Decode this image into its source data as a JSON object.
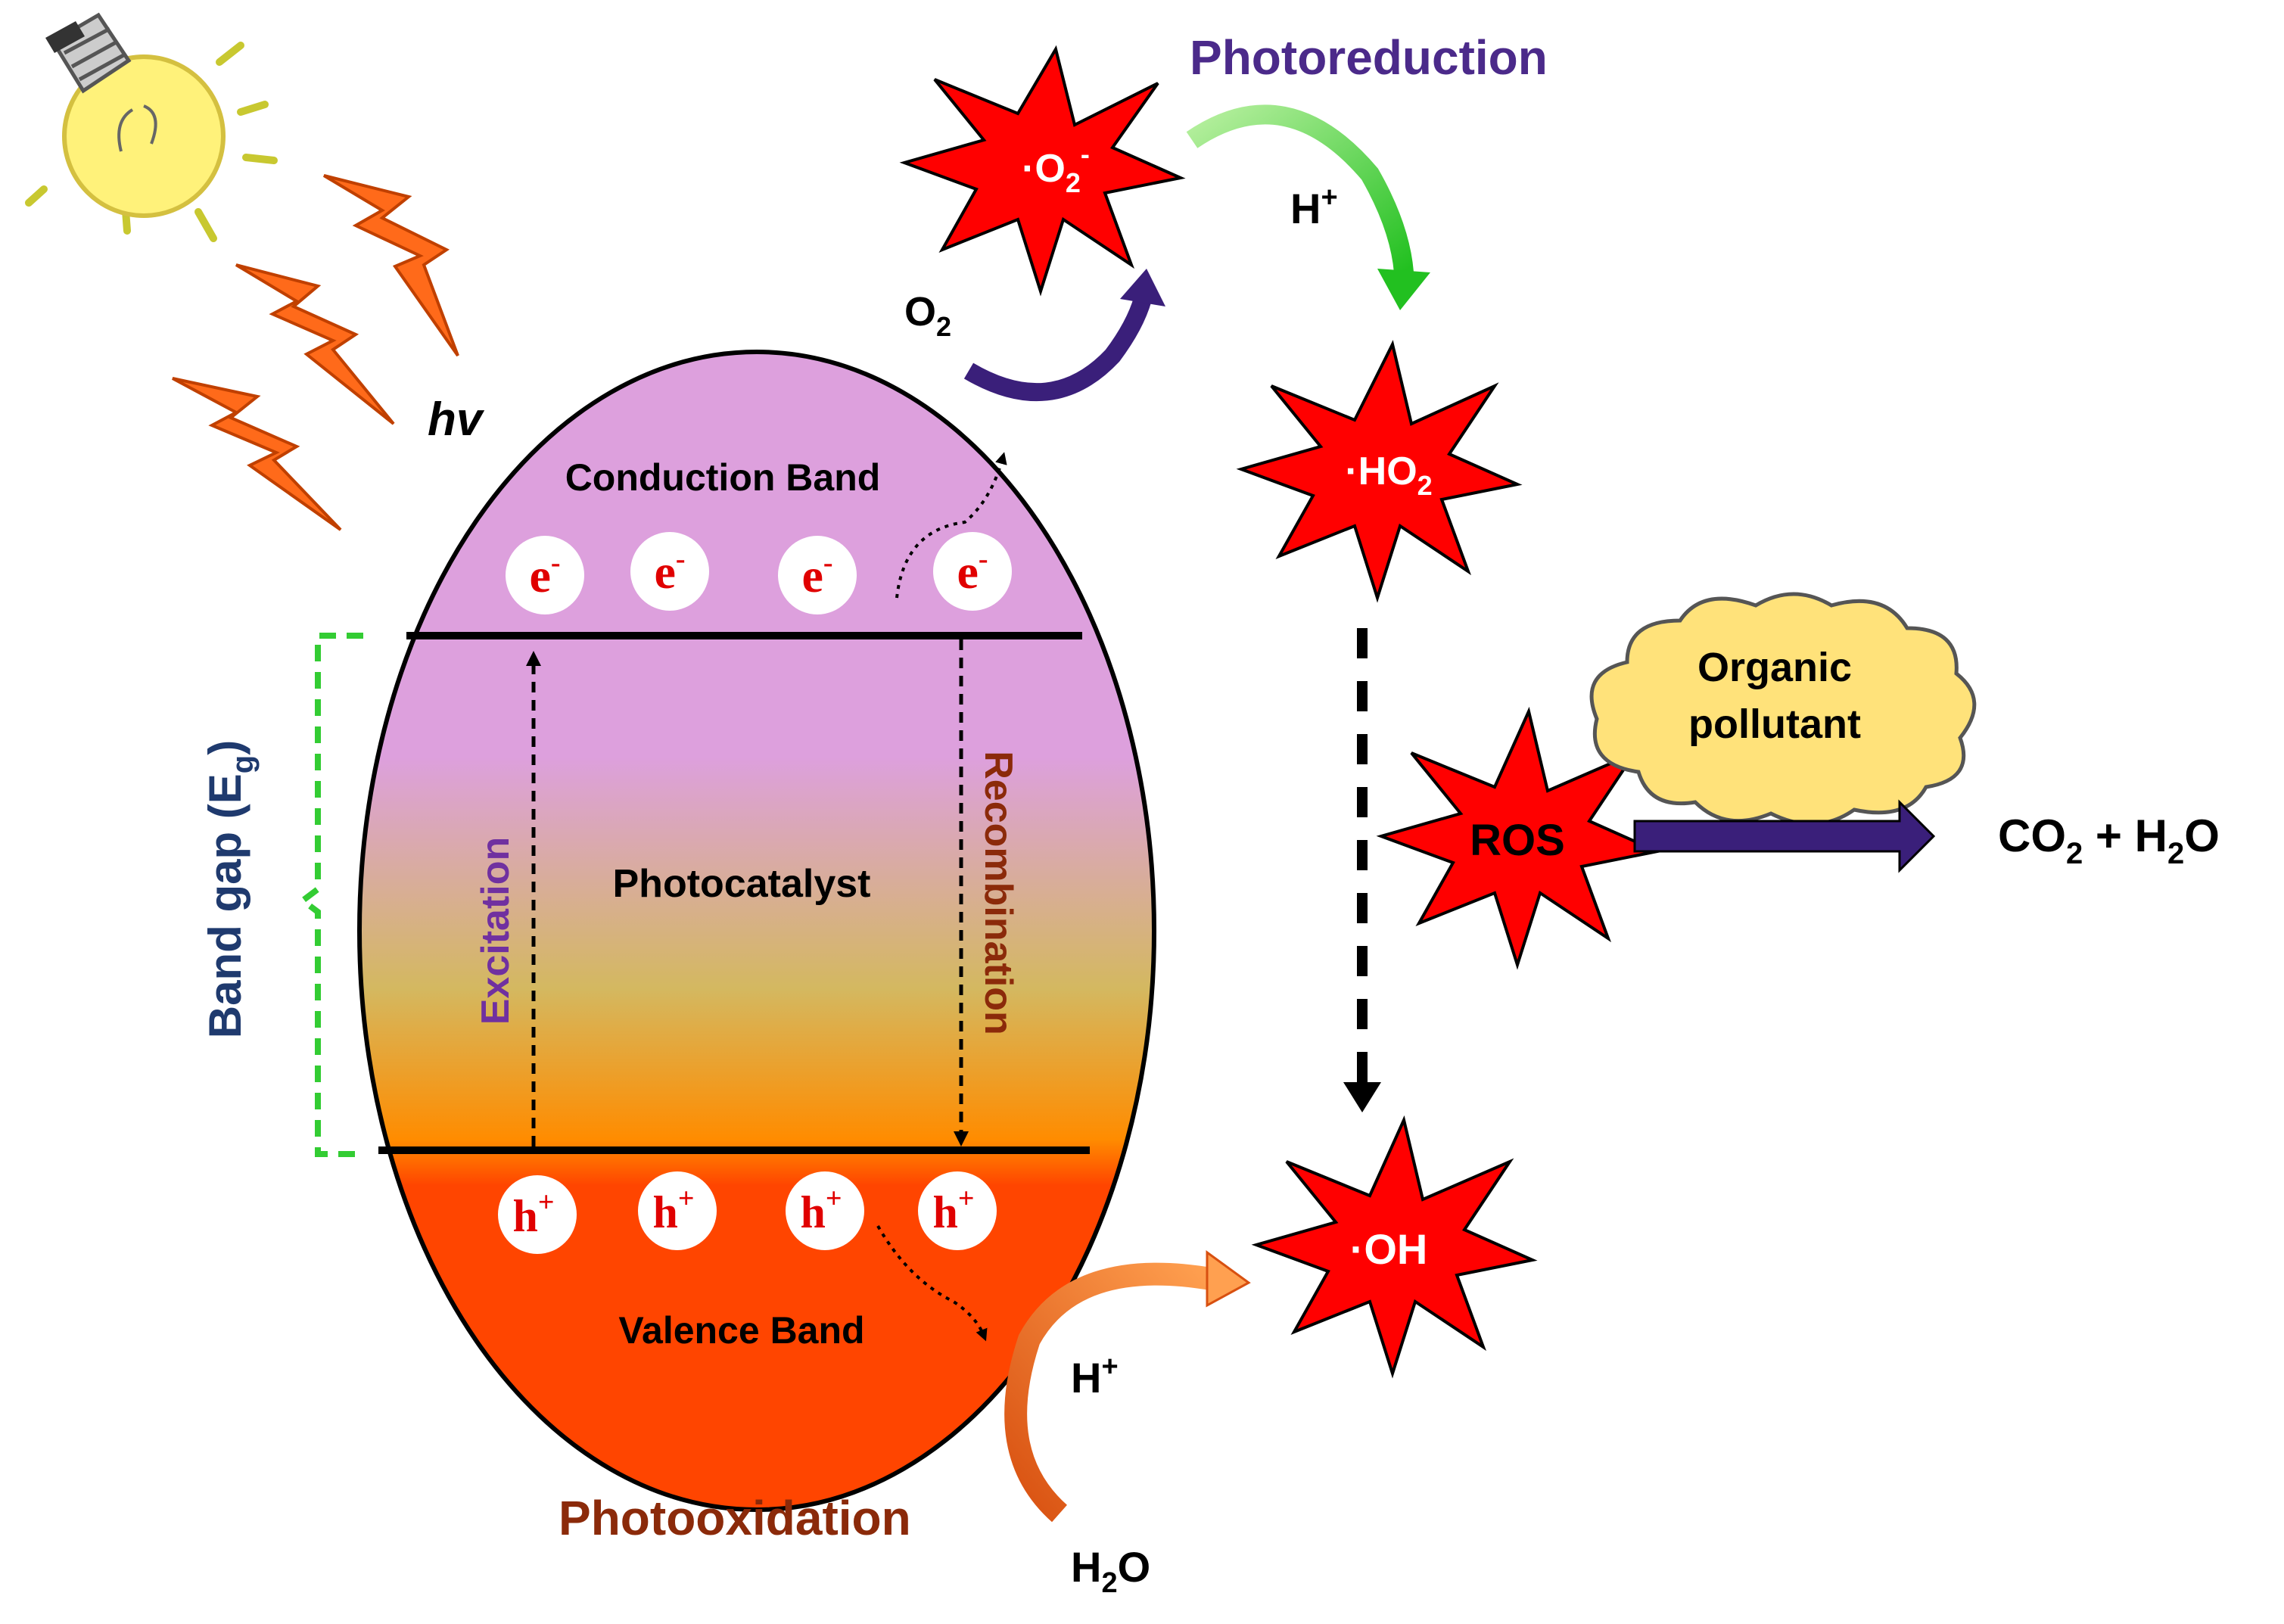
{
  "labels": {
    "hv": "hv",
    "conduction_band": "Conduction Band",
    "valence_band": "Valence Band",
    "photocatalyst": "Photocatalyst",
    "excitation": "Excitation",
    "recombination": "Recombination",
    "band_gap": "Band gap (E",
    "band_gap_sub": "g",
    "band_gap_close": ")",
    "photoreduction": "Photoreduction",
    "photooxidation": "Photooxidation",
    "organic_pollutant_1": "Organic",
    "organic_pollutant_2": "pollutant"
  },
  "particles": {
    "electron_base": "e",
    "electron_sup": "-",
    "hole_base": "h",
    "hole_sup": "+"
  },
  "species": {
    "superoxide": {
      "dot": "·",
      "base": "O",
      "sub": "2",
      "sup": "-"
    },
    "hydroperoxyl": {
      "dot": "·",
      "base": "HO",
      "sub": "2"
    },
    "ros": "ROS",
    "hydroxyl": "·OH",
    "oxygen": {
      "base": "O",
      "sub": "2"
    },
    "proton": {
      "base": "H",
      "sup": "+"
    },
    "water": {
      "base": "H",
      "sub": "2",
      "tail": "O"
    },
    "products": {
      "c": "CO",
      "c_sub": "2",
      "mid": " + H",
      "h_sub": "2",
      "tail": "O"
    }
  },
  "colors": {
    "conduction_band": "#dda0dd",
    "valence_band": "#ff4500",
    "gradient_mid": "#d4b860",
    "gradient_low": "#ff8c00",
    "star_fill": "#ff0000",
    "photoreduction_text": "#4b2a8a",
    "photooxidation_text": "#8b2a0a",
    "band_gap_text": "#1f3a6e",
    "band_gap_bracket": "#33cc33",
    "excitation_text": "#7030a0",
    "recombination_text": "#8b2a0a",
    "lightning": "#ff6a1a",
    "bulb": "#fff27a",
    "cloud": "#ffe27a",
    "purple_arrow": "#3a1f7a",
    "green_arrow": "#33cc33",
    "orange_arrow": "#ff7f27"
  }
}
